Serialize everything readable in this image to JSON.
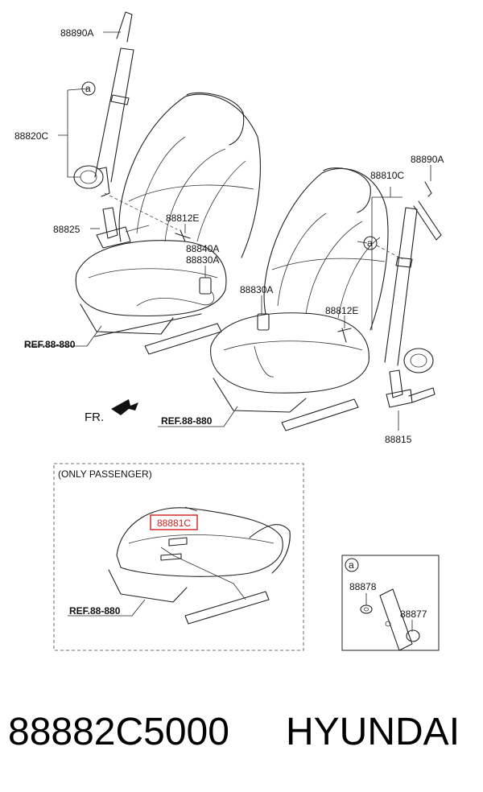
{
  "labels": {
    "l_88890a_top": "88890A",
    "l_88820c": "88820C",
    "l_88825": "88825",
    "l_88812e_left": "88812E",
    "l_88840a": "88840A",
    "l_88830a_left": "88830A",
    "l_88830a_right": "88830A",
    "l_88810c": "88810C",
    "l_88890a_right": "88890A",
    "l_88812e_right": "88812E",
    "l_88815": "88815",
    "ref_left": "REF.88-880",
    "ref_right": "REF.88-880",
    "ref_inset": "REF.88-880",
    "fr": "FR.",
    "circle_a_left": "a",
    "circle_a_right": "a",
    "circle_a_box": "a",
    "only_passenger": "(ONLY PASSENGER)",
    "highlighted_part": "88881C",
    "l_88878": "88878",
    "l_88877": "88877"
  },
  "caption": {
    "part_number": "88882C5000",
    "brand": "HYUNDAI"
  },
  "colors": {
    "highlight": "#d02020",
    "line": "#222222"
  }
}
